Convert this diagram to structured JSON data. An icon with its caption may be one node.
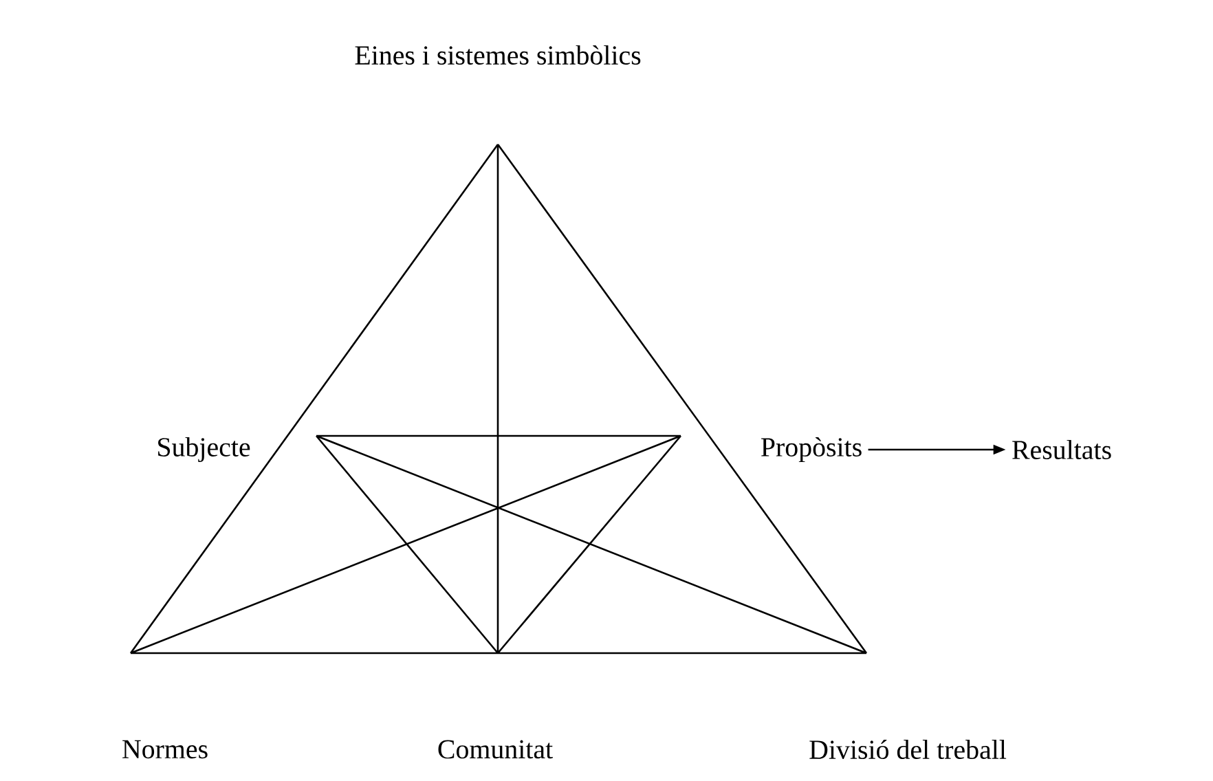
{
  "diagram": {
    "nodes": [
      {
        "text": [
          "Eines i sistemes simbòlics"
        ]
      },
      {
        "text": [
          "Subjecte"
        ]
      },
      {
        "text": [
          "Propòsits"
        ]
      },
      {
        "text": [
          "Resultats"
        ]
      },
      {
        "text": [
          "Normes"
        ]
      },
      {
        "text": [
          "Comunitat"
        ]
      },
      {
        "text": [
          "Divisió del treball"
        ]
      }
    ],
    "edges": [
      {
        "from": 2,
        "to": 3,
        "arrow": "to"
      }
    ]
  }
}
